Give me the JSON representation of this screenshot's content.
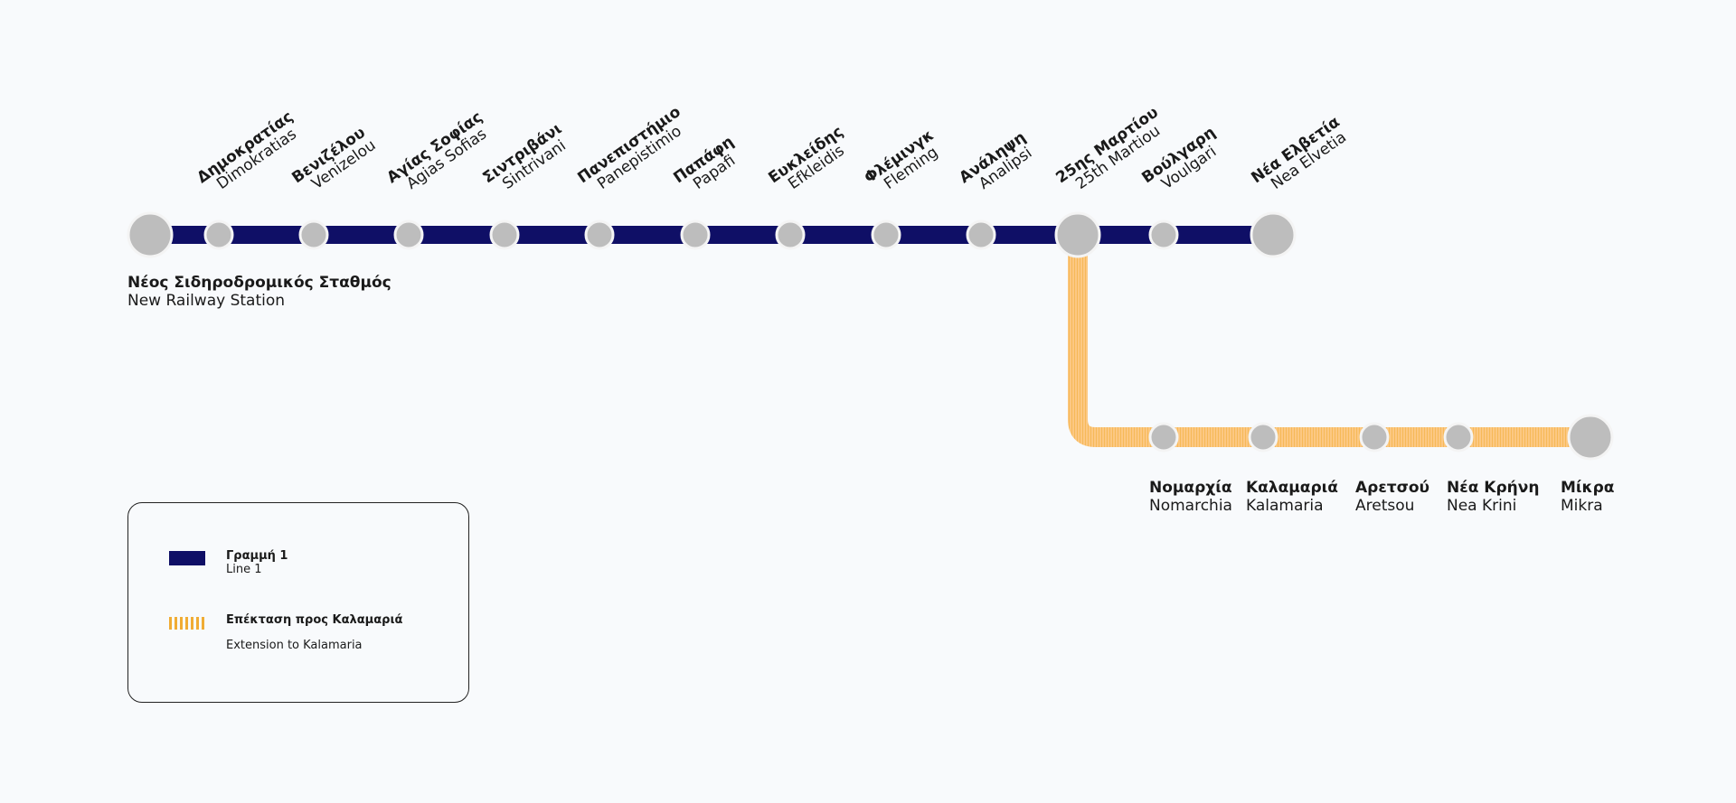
{
  "colors": {
    "line1": "#0f0f66",
    "extension": "#fcc883",
    "extension_stripe": "#f0ac34",
    "station": "#bdbdbd",
    "station_stroke": "#f4f4f4"
  },
  "line1_stations": [
    {
      "gr": "Νέος Σιδηροδρομικός Σταθμός",
      "en": "New Railway Station",
      "terminus": true
    },
    {
      "gr": "Δημοκρατίας",
      "en": "Dimokratias"
    },
    {
      "gr": "Βενιζέλου",
      "en": "Venizelou"
    },
    {
      "gr": "Αγίας Σοφίας",
      "en": "Agias Sofias"
    },
    {
      "gr": "Σιντριβάνι",
      "en": "Sintrivani"
    },
    {
      "gr": "Πανεπιστήμιο",
      "en": "Panepistimio"
    },
    {
      "gr": "Παπάφη",
      "en": "Papafi"
    },
    {
      "gr": "Ευκλείδης",
      "en": "Efkleidis"
    },
    {
      "gr": "Φλέμινγκ",
      "en": "Fleming"
    },
    {
      "gr": "Ανάληψη",
      "en": "Analipsi"
    },
    {
      "gr": "25ης Μαρτίου",
      "en": "25th Martiou",
      "interchange": true
    },
    {
      "gr": "Βούλγαρη",
      "en": "Voulgari"
    },
    {
      "gr": "Νέα Ελβετία",
      "en": "Nea Elvetia",
      "terminus": true
    }
  ],
  "extension_stations": [
    {
      "gr": "Νομαρχία",
      "en": "Nomarchia"
    },
    {
      "gr": "Καλαμαριά",
      "en": "Kalamaria"
    },
    {
      "gr": "Αρετσού",
      "en": "Aretsou"
    },
    {
      "gr": "Νέα Κρήνη",
      "en": "Nea Krini"
    },
    {
      "gr": "Μίκρα",
      "en": "Mikra",
      "terminus": true
    }
  ],
  "legend": {
    "line1_gr": "Γραμμή 1",
    "line1_en": "Line 1",
    "ext_gr": "Επέκταση προς Καλαμαριά",
    "ext_en": "Extension to Kalamaria"
  }
}
